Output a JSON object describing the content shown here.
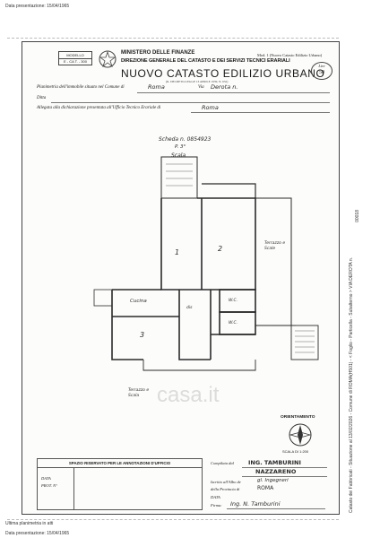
{
  "top_stamp": "Data presentazione: 15/04/1965",
  "bottom_note": "Ultima planimetria in atti",
  "bottom_stamp": "Data presentazione: 15/04/1965",
  "side_code": "00018",
  "side_info": "Catasto dei Fabbricati - Situazione al 13/02/2026 - Comune di ROMA(H501) - < Foglio - Particella - Subalterno > VIA DEROTA n.",
  "header": {
    "badge_top": "MODELLO",
    "badge_bottom": "E - CA T. - 300",
    "ministry": "MINISTERO DELLE FINANZE",
    "direction": "DIREZIONE GENERALE DEL CATASTO E DEI SERVIZI TECNICI ERARIALI",
    "title": "NUOVO CATASTO EDILIZIO URBANO",
    "subtitle": "(R. DECRETO-LEGGE 13 APRILE 1939, N. 652)",
    "modello_label": "Mod. 1 (Nuovo Catasto Edilizio Urbano)",
    "lire_label": "Lire",
    "lire_value": "50"
  },
  "fields": {
    "planimetria_label": "Planimetria dell'immobile situato nel Comune di",
    "comune_value": "Roma",
    "via_label": "Via",
    "via_value": "Derota n.",
    "ditta_label": "Ditta",
    "allegata_label": "Allegata alla dichiarazione presentata all'Ufficio Tecnico Erariale di",
    "ufficio_value": "Roma"
  },
  "plan": {
    "scheda": "Scheda n. 0854923",
    "piano": "P. 3°",
    "scala": "Scala",
    "rooms": [
      "1",
      "2",
      "3"
    ],
    "cucina": "Cucina",
    "wc": "W.C.",
    "disimpegno": "dis",
    "terrazzo_right": "Terrazzo e Scale",
    "terrazzo_bottom": "Terrazzo e Scala"
  },
  "orientation": {
    "label": "ORIENTAMENTO",
    "scale": "SCALA DI 1:200"
  },
  "office_box": {
    "title": "SPAZIO RISERVATO PER LE ANNOTAZIONI D'UFFICIO",
    "data_label": "DATA",
    "prot_label": "PROT. N°"
  },
  "compiler": {
    "compilata_label": "Compilata dal",
    "name_line1": "ING. TAMBURINI",
    "name_line2": "NAZZARENO",
    "iscritto_label": "Iscritto all'Albo de",
    "albo_value": "gl. Ingegneri",
    "provincia_label": "della Provincia di",
    "provincia_value": "ROMA",
    "data_label": "DATA",
    "firma_label": "Firma:",
    "firma_value": "Ing. N. Tamburini"
  },
  "watermark": "casa.it"
}
